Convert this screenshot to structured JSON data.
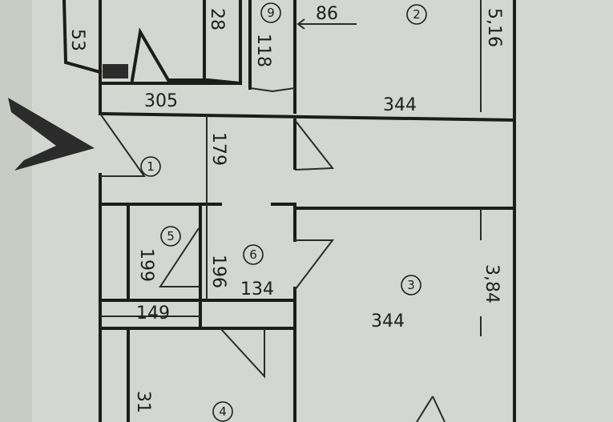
{
  "plan": {
    "background_color": "#d4d6d1",
    "wall_color": "#1c1c1c",
    "north_arrow_color": "#2b2b2b",
    "rooms": [
      {
        "id": "room-1",
        "number": "1"
      },
      {
        "id": "room-2",
        "number": "2"
      },
      {
        "id": "room-3",
        "number": "3"
      },
      {
        "id": "room-4",
        "number": "4"
      },
      {
        "id": "room-5",
        "number": "5"
      },
      {
        "id": "room-6",
        "number": "6"
      },
      {
        "id": "room-9",
        "number": "9"
      }
    ],
    "dimensions": {
      "d53": "53",
      "d28": "28",
      "d86": "86",
      "d118": "118",
      "d516": "5,16",
      "d305": "305",
      "d344_top": "344",
      "d179": "179",
      "d199": "199",
      "d196": "196",
      "d134": "134",
      "d149": "149",
      "d344_bottom": "344",
      "d384": "3,84",
      "d31": "31"
    }
  }
}
